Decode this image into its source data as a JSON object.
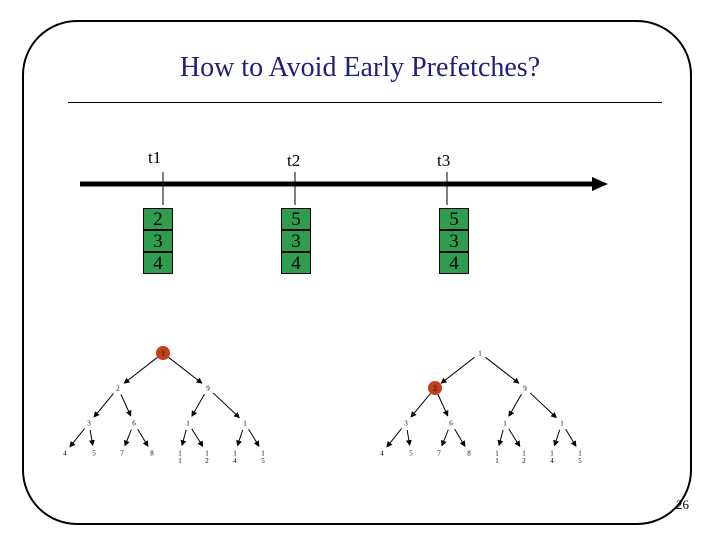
{
  "slide": {
    "title": "How to Avoid Early Prefetches?",
    "page_number": "26"
  },
  "timeline": {
    "labels": [
      "t1",
      "t2",
      "t3"
    ],
    "stacks": [
      [
        "2",
        "3",
        "4"
      ],
      [
        "5",
        "3",
        "4"
      ],
      [
        "5",
        "3",
        "4"
      ]
    ],
    "stack_color": "#2e9e4e"
  },
  "trees": {
    "highlight_color": "#c0401a",
    "left": {
      "nodes": [
        "1",
        "2",
        "9",
        "3",
        "6",
        "1",
        "1",
        "4",
        "5",
        "7",
        "8",
        "1",
        "1",
        "1",
        "1"
      ],
      "subscripts": [
        "1",
        "2",
        "4",
        "5"
      ],
      "highlighted": [
        0
      ]
    },
    "right": {
      "nodes": [
        "1",
        "2",
        "9",
        "3",
        "6",
        "1",
        "1",
        "4",
        "5",
        "7",
        "8",
        "1",
        "1",
        "1",
        "1"
      ],
      "subscripts": [
        "1",
        "2",
        "4",
        "5"
      ],
      "highlighted": [
        1
      ]
    }
  }
}
